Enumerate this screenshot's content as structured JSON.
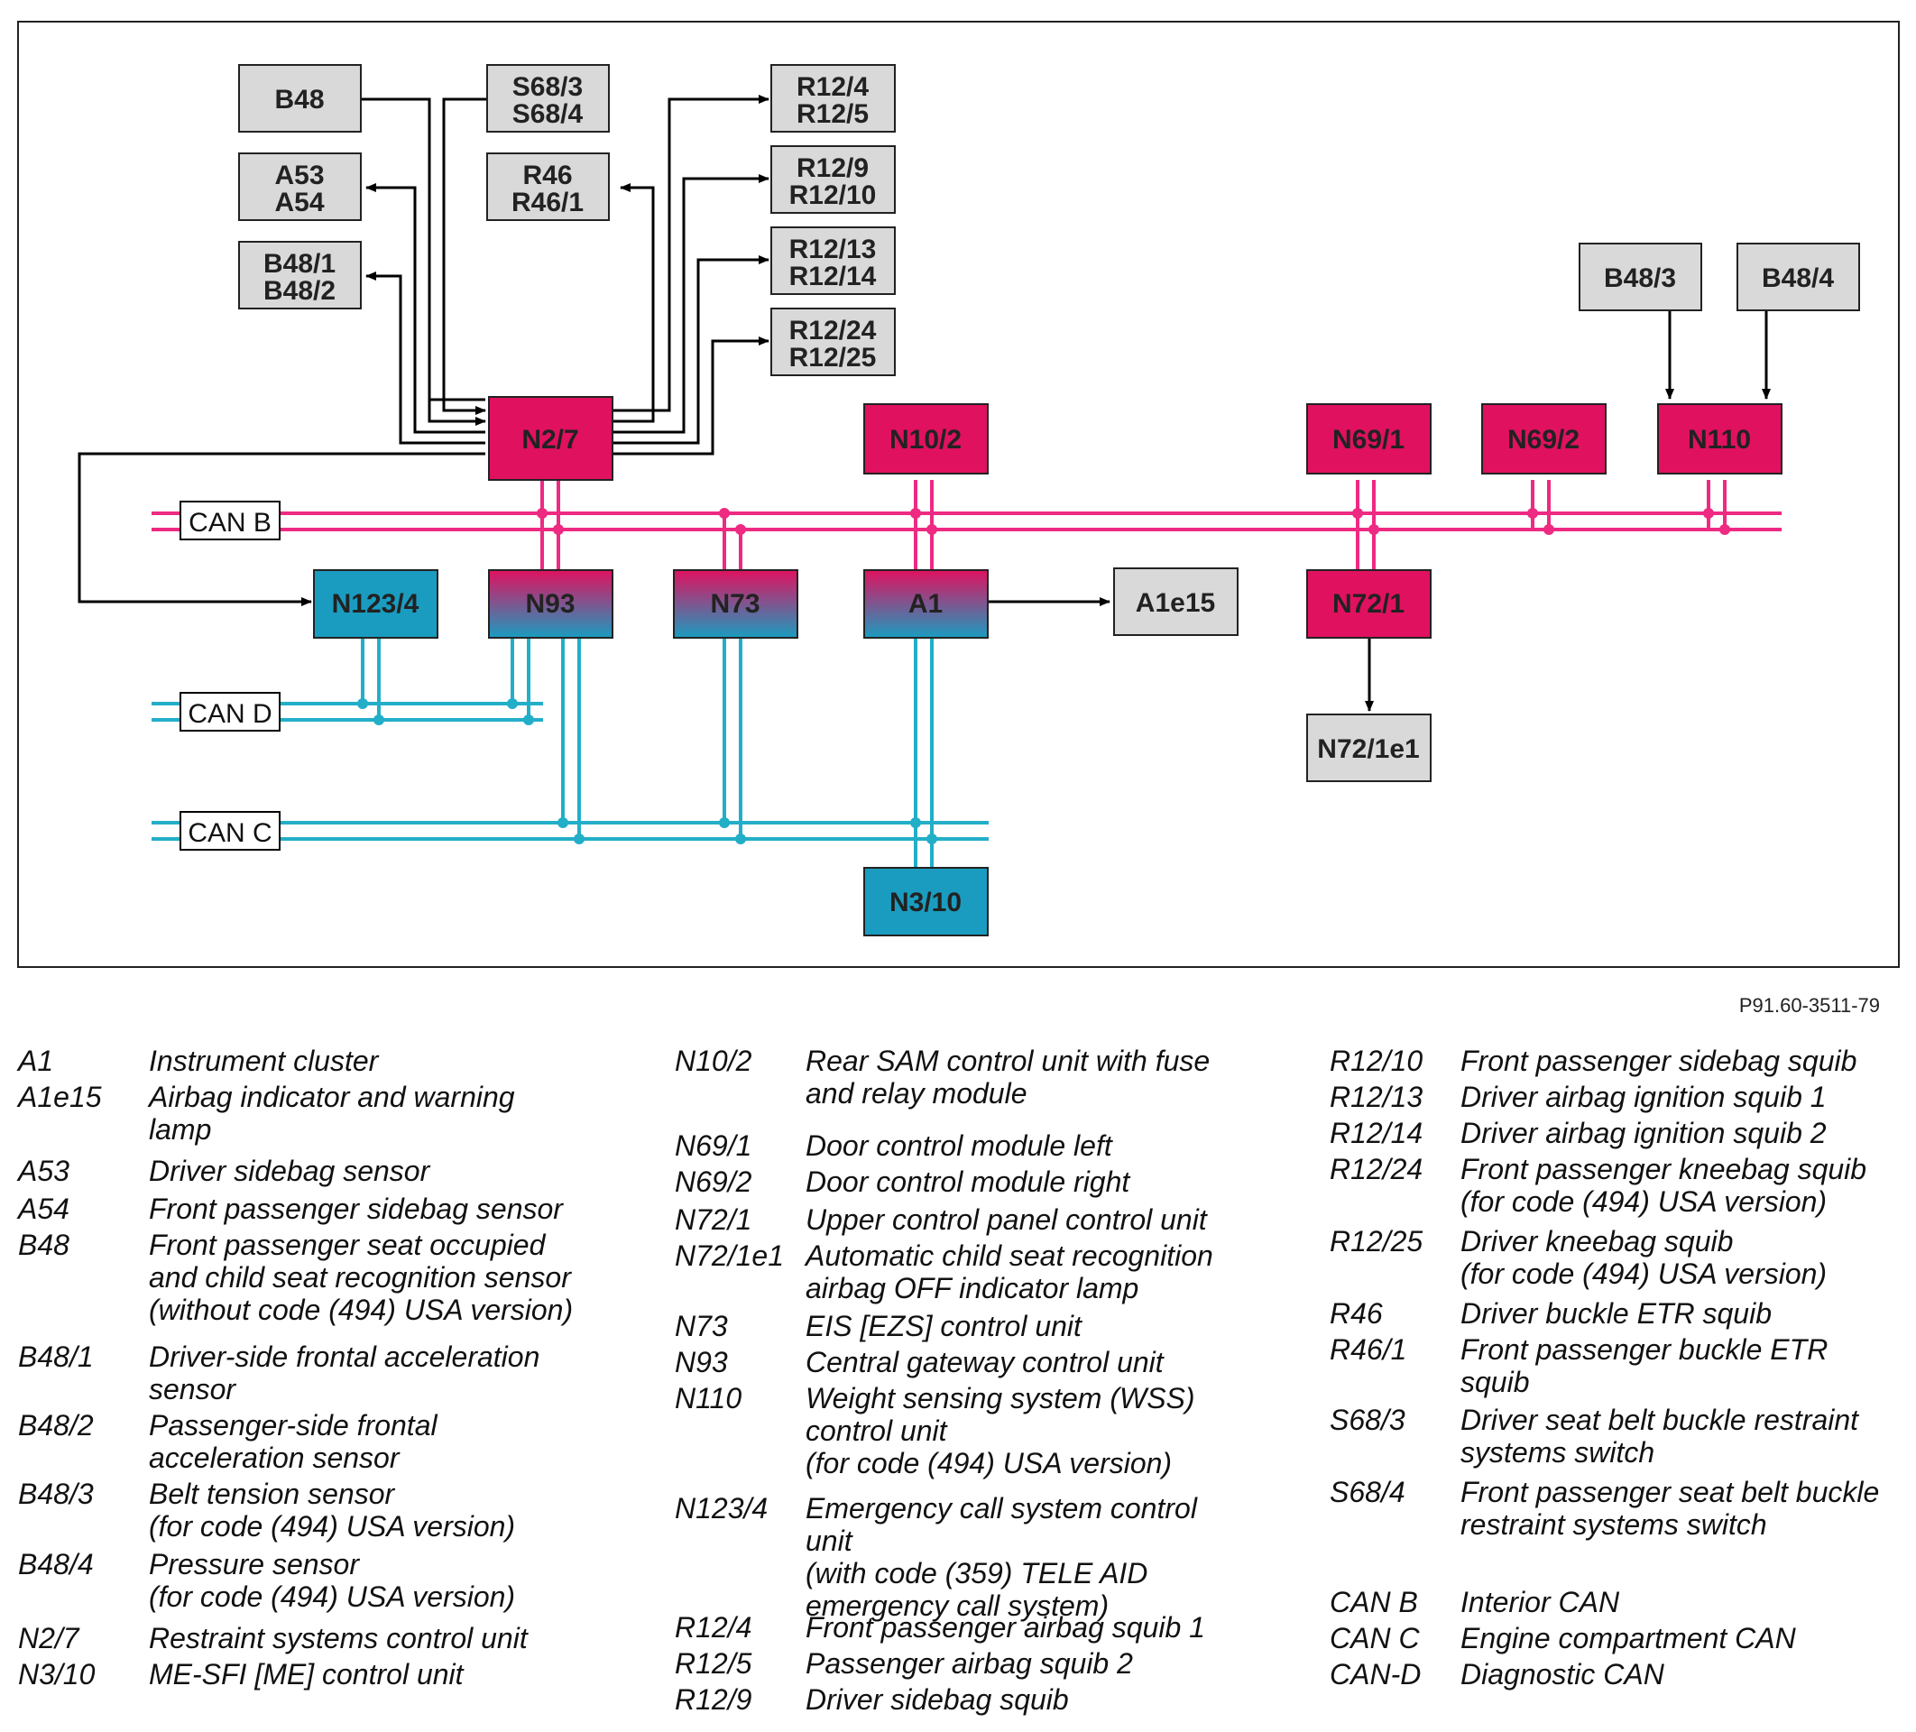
{
  "figure_code": "P91.60-3511-79",
  "colors": {
    "grey_box": "#d9d9d9",
    "magenta": "#e0115f",
    "cyan": "#1a9cc0",
    "can_b_line": "#ee2a82",
    "can_cd_line": "#23aec8"
  },
  "boxes": {
    "B48": "B48",
    "S68": [
      "S68/3",
      "S68/4"
    ],
    "R12_4_5": [
      "R12/4",
      "R12/5"
    ],
    "A53_A54": [
      "A53",
      "A54"
    ],
    "R46": [
      "R46",
      "R46/1"
    ],
    "R12_9_10": [
      "R12/9",
      "R12/10"
    ],
    "B48_1_2": [
      "B48/1",
      "B48/2"
    ],
    "R12_13_14": [
      "R12/13",
      "R12/14"
    ],
    "R12_24_25": [
      "R12/24",
      "R12/25"
    ],
    "B48_3": "B48/3",
    "B48_4": "B48/4",
    "N2_7": "N2/7",
    "N10_2": "N10/2",
    "N69_1": "N69/1",
    "N69_2": "N69/2",
    "N110": "N110",
    "N123_4": "N123/4",
    "N93": "N93",
    "N73": "N73",
    "A1": "A1",
    "A1e15": "A1e15",
    "N72_1": "N72/1",
    "N72_1e1": "N72/1e1",
    "N3_10": "N3/10"
  },
  "can_labels": {
    "b": "CAN B",
    "d": "CAN D",
    "c": "CAN C"
  },
  "legend": [
    {
      "code": "A1",
      "desc": [
        "Instrument cluster"
      ]
    },
    {
      "code": "A1e15",
      "desc": [
        "Airbag indicator and warning",
        "lamp"
      ]
    },
    {
      "code": "A53",
      "desc": [
        "Driver sidebag sensor"
      ]
    },
    {
      "code": "A54",
      "desc": [
        "Front passenger sidebag sensor"
      ]
    },
    {
      "code": "B48",
      "desc": [
        "Front passenger seat occupied",
        "and child seat recognition sensor",
        "(without code (494) USA version)"
      ]
    },
    {
      "code": "B48/1",
      "desc": [
        "Driver-side frontal acceleration",
        "sensor"
      ]
    },
    {
      "code": "B48/2",
      "desc": [
        "Passenger-side frontal",
        "acceleration sensor"
      ]
    },
    {
      "code": "B48/3",
      "desc": [
        "Belt tension sensor",
        "(for code (494) USA version)"
      ]
    },
    {
      "code": "B48/4",
      "desc": [
        "Pressure sensor",
        "(for code (494) USA version)"
      ]
    },
    {
      "code": "N2/7",
      "desc": [
        "Restraint systems control unit"
      ]
    },
    {
      "code": "N3/10",
      "desc": [
        "ME-SFI [ME] control unit"
      ]
    },
    {
      "code": "N10/2",
      "desc": [
        "Rear SAM control unit with fuse",
        "and relay module"
      ]
    },
    {
      "code": "N69/1",
      "desc": [
        "Door control module left"
      ]
    },
    {
      "code": "N69/2",
      "desc": [
        "Door control module right"
      ]
    },
    {
      "code": "N72/1",
      "desc": [
        "Upper control panel control unit"
      ]
    },
    {
      "code": "N72/1e1",
      "desc": [
        "Automatic child seat recognition",
        "airbag OFF indicator lamp"
      ]
    },
    {
      "code": "N73",
      "desc": [
        "EIS [EZS] control unit"
      ]
    },
    {
      "code": "N93",
      "desc": [
        "Central gateway control unit"
      ]
    },
    {
      "code": "N110",
      "desc": [
        "Weight sensing system (WSS)",
        "control unit",
        "(for code (494) USA version)"
      ]
    },
    {
      "code": "N123/4",
      "desc": [
        "Emergency call system control",
        "unit",
        "(with code (359) TELE AID",
        "emergency call system)"
      ]
    },
    {
      "code": "R12/4",
      "desc": [
        "Front passenger airbag squib 1"
      ]
    },
    {
      "code": "R12/5",
      "desc": [
        "Passenger airbag squib 2"
      ]
    },
    {
      "code": "R12/9",
      "desc": [
        "Driver sidebag squib"
      ]
    },
    {
      "code": "R12/10",
      "desc": [
        "Front passenger sidebag squib"
      ]
    },
    {
      "code": "R12/13",
      "desc": [
        "Driver airbag ignition squib 1"
      ]
    },
    {
      "code": "R12/14",
      "desc": [
        "Driver airbag ignition squib 2"
      ]
    },
    {
      "code": "R12/24",
      "desc": [
        "Front passenger kneebag squib",
        "(for code (494) USA version)"
      ]
    },
    {
      "code": "R12/25",
      "desc": [
        "Driver kneebag squib",
        "(for code (494) USA version)"
      ]
    },
    {
      "code": "R46",
      "desc": [
        "Driver buckle ETR squib"
      ]
    },
    {
      "code": "R46/1",
      "desc": [
        "Front passenger buckle ETR",
        "squib"
      ]
    },
    {
      "code": "S68/3",
      "desc": [
        "Driver seat belt buckle restraint",
        "systems switch"
      ]
    },
    {
      "code": "S68/4",
      "desc": [
        "Front passenger seat belt buckle",
        "restraint systems switch"
      ]
    },
    {
      "code": "CAN B",
      "desc": [
        "Interior CAN"
      ]
    },
    {
      "code": "CAN C",
      "desc": [
        "Engine compartment CAN"
      ]
    },
    {
      "code": "CAN-D",
      "desc": [
        "Diagnostic CAN"
      ]
    }
  ]
}
